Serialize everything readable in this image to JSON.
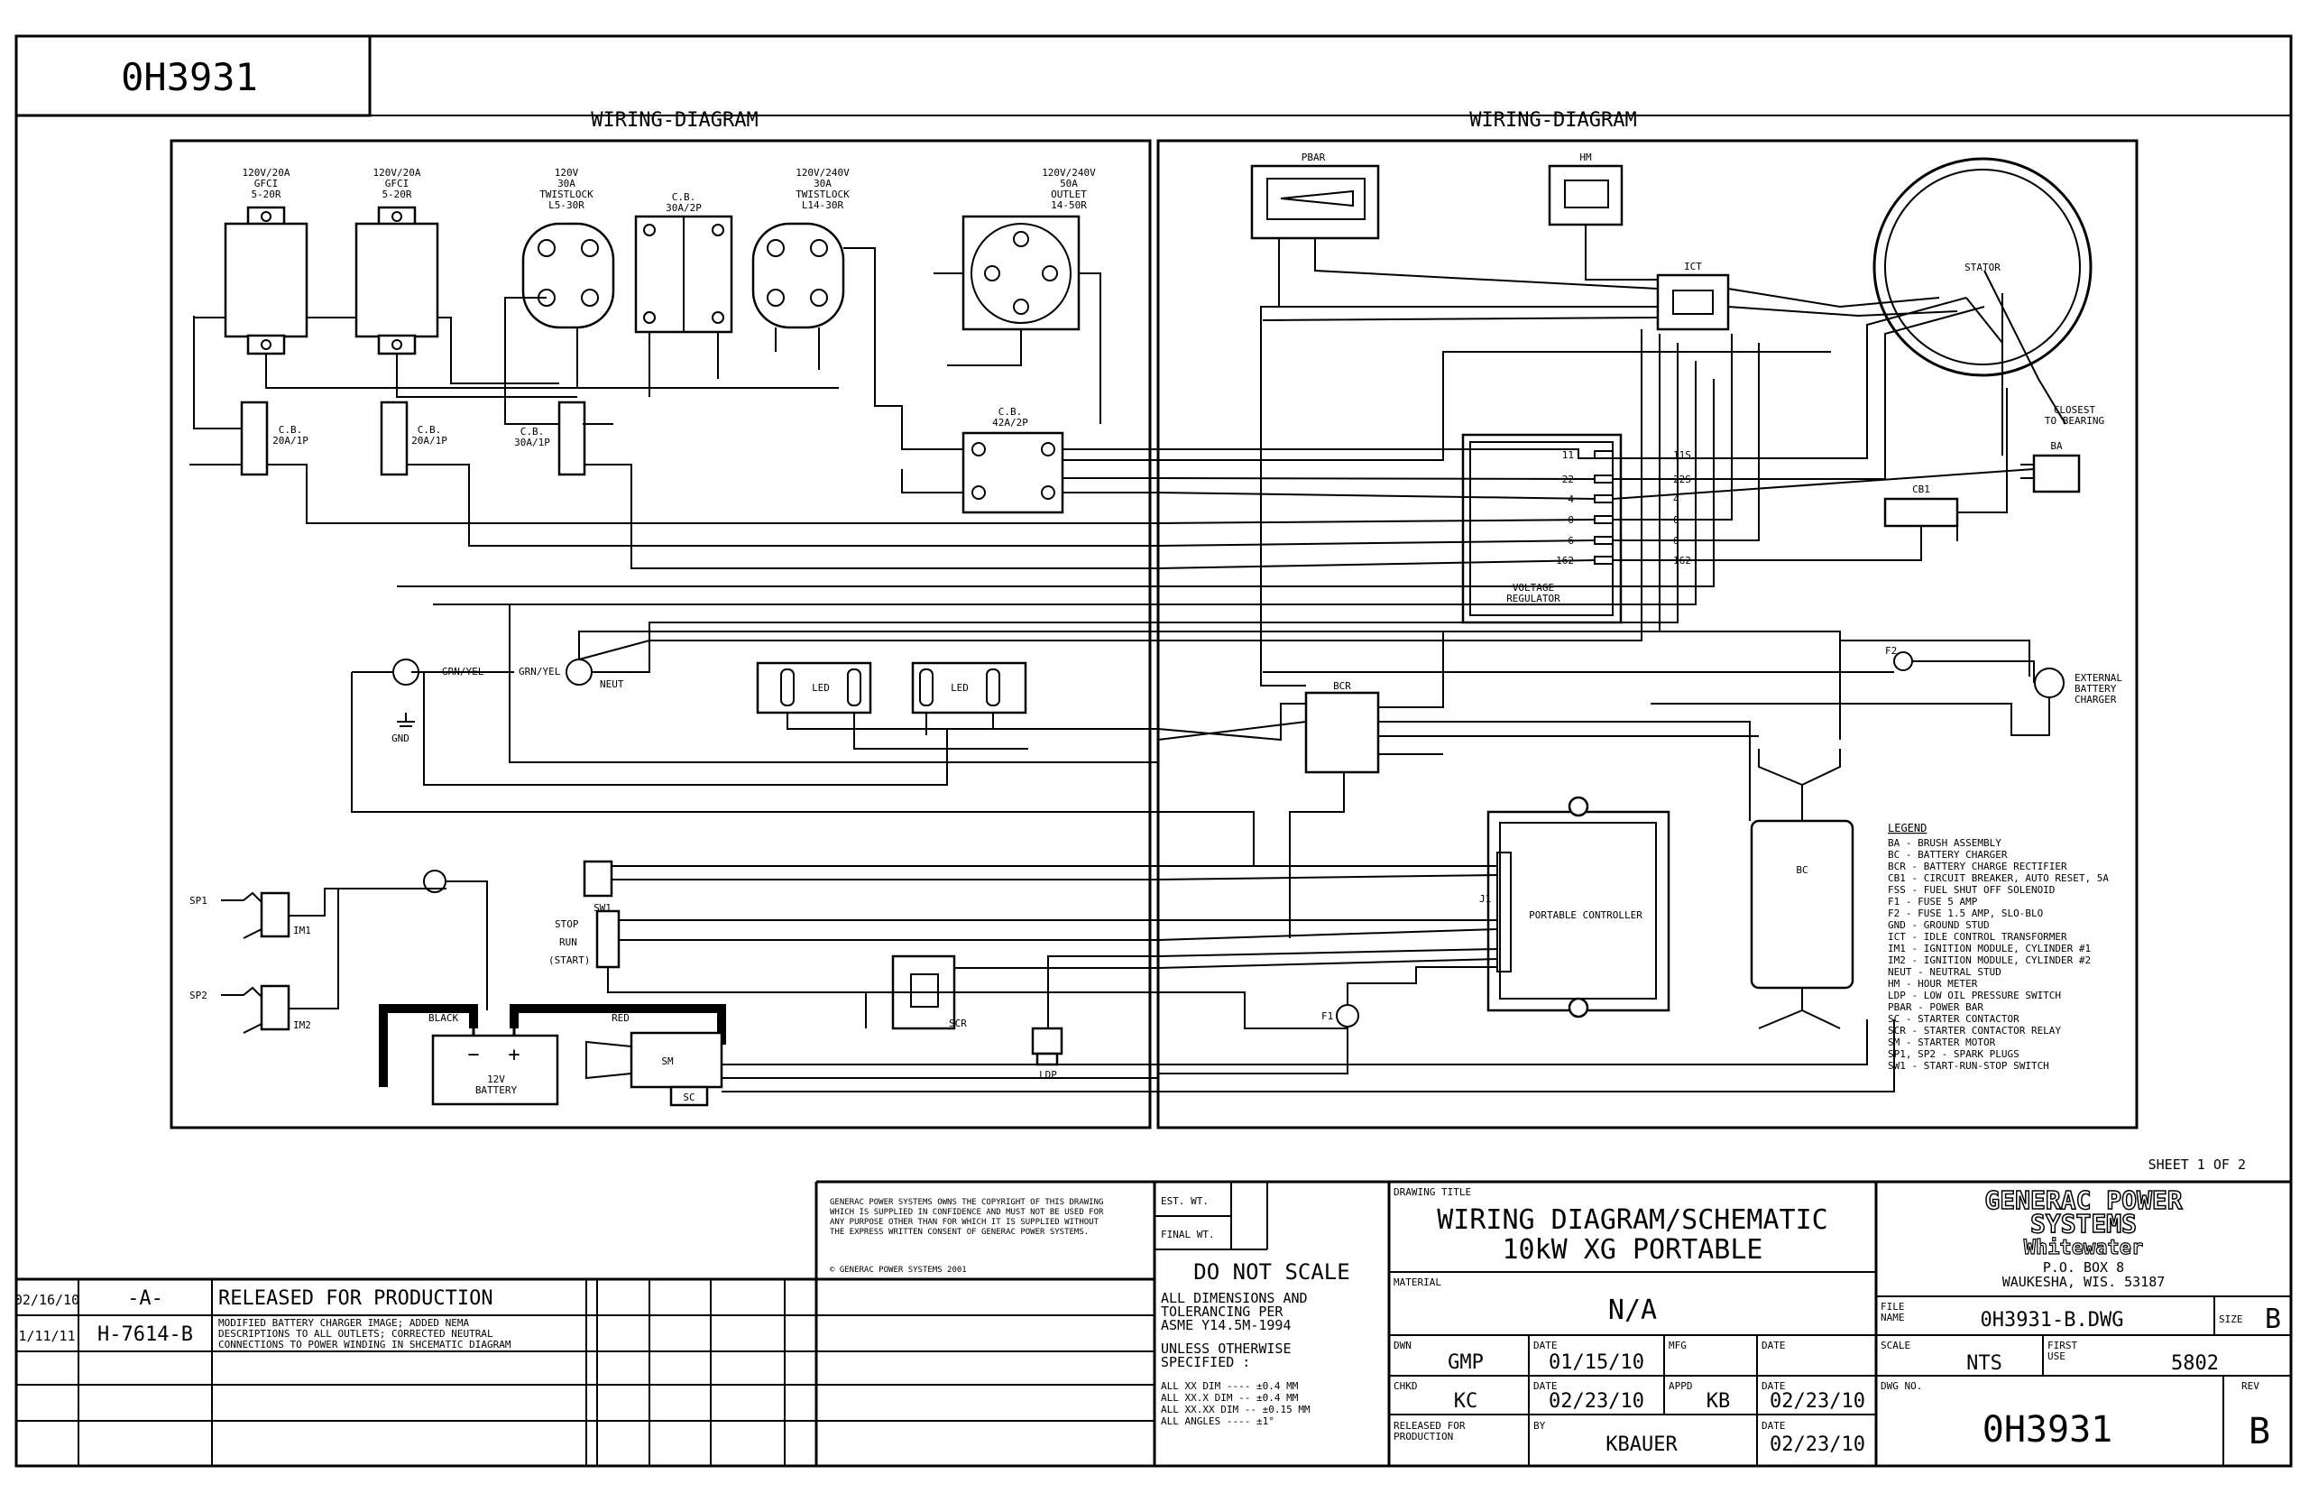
{
  "drawing_id_top": "0H3931",
  "panel_titles": [
    "WIRING-DIAGRAM",
    "WIRING-DIAGRAM"
  ],
  "receptacles": [
    {
      "label_lines": [
        "120V/20A",
        "GFCI",
        "5-20R"
      ]
    },
    {
      "label_lines": [
        "120V/20A",
        "GFCI",
        "5-20R"
      ]
    },
    {
      "label_lines": [
        "120V",
        "30A",
        "TWISTLOCK",
        "L5-30R"
      ]
    },
    {
      "label_lines": [
        "120V/240V",
        "30A",
        "TWISTLOCK",
        "L14-30R"
      ]
    },
    {
      "label_lines": [
        "120V/240V",
        "50A",
        "OUTLET",
        "14-50R"
      ]
    }
  ],
  "breakers": [
    {
      "label_lines": [
        "C.B.",
        "30A/2P"
      ]
    },
    {
      "label_lines": [
        "C.B.",
        "20A/1P"
      ]
    },
    {
      "label_lines": [
        "C.B.",
        "20A/1P"
      ]
    },
    {
      "label_lines": [
        "C.B.",
        "30A/1P"
      ]
    },
    {
      "label_lines": [
        "C.B.",
        "42A/2P"
      ]
    }
  ],
  "components": {
    "pbar": "PBAR",
    "hm": "HM",
    "ict": "ICT",
    "stator": "STATOR",
    "closest_to_bearing": [
      "CLOSEST",
      "TO BEARING"
    ],
    "ba": "BA",
    "cb1": "CB1",
    "voltage_regulator": [
      "VOLTAGE",
      "REGULATOR"
    ],
    "vr_terminals": [
      "11",
      "22",
      "4",
      "0",
      "6",
      "162"
    ],
    "vr_out": [
      "11S",
      "22S",
      "4",
      "0",
      "6",
      "162"
    ],
    "f2": "F2",
    "external_charger": [
      "EXTERNAL",
      "BATTERY",
      "CHARGER"
    ],
    "bcr": "BCR",
    "bc": "BC",
    "portable_controller": "PORTABLE CONTROLLER",
    "j1": "J1",
    "f1": "F1",
    "led": "LED",
    "gnd": "GND",
    "grn_yel": "GRN/YEL",
    "neut": "NEUT",
    "sp1": "SP1",
    "sp2": "SP2",
    "im1": "IM1",
    "im2": "IM2",
    "sw1": "SW1",
    "stop": "STOP",
    "run": "RUN",
    "start": "(START)",
    "battery": [
      "12V",
      "BATTERY"
    ],
    "black": "BLACK",
    "red": "RED",
    "sm": "SM",
    "sc": "SC",
    "scr": "SCR",
    "ldp": "LDP"
  },
  "legend": {
    "title": "LEGEND",
    "items": [
      "BA - BRUSH ASSEMBLY",
      "BC - BATTERY CHARGER",
      "BCR - BATTERY CHARGE RECTIFIER",
      "CB1 - CIRCUIT BREAKER, AUTO RESET, 5A",
      "FSS - FUEL SHUT OFF SOLENOID",
      "F1 - FUSE 5 AMP",
      "F2 - FUSE 1.5 AMP, SLO-BLO",
      "GND - GROUND STUD",
      "ICT - IDLE CONTROL TRANSFORMER",
      "IM1 - IGNITION MODULE, CYLINDER #1",
      "IM2 - IGNITION MODULE, CYLINDER #2",
      "NEUT - NEUTRAL STUD",
      "HM - HOUR METER",
      "LDP - LOW OIL PRESSURE SWITCH",
      "PBAR - POWER BAR",
      "SC - STARTER CONTACTOR",
      "SCR - STARTER CONTACTOR RELAY",
      "SM - STARTER MOTOR",
      "SP1, SP2 - SPARK PLUGS",
      "SW1 - START-RUN-STOP SWITCH"
    ]
  },
  "sheet": "SHEET 1 OF 2",
  "title_block": {
    "copyright": [
      "GENERAC POWER SYSTEMS OWNS THE COPYRIGHT OF THIS DRAWING",
      "WHICH IS SUPPLIED IN CONFIDENCE AND MUST NOT BE USED FOR",
      "ANY PURPOSE OTHER THAN FOR WHICH IT IS SUPPLIED WITHOUT",
      "THE EXPRESS WRITTEN CONSENT OF GENERAC POWER SYSTEMS."
    ],
    "copyright_line": "© GENERAC POWER SYSTEMS 2001",
    "est_wt": "EST. WT.",
    "final_wt": "FINAL WT.",
    "do_not_scale": "DO NOT SCALE",
    "tolerancing": [
      "ALL DIMENSIONS AND",
      "TOLERANCING PER",
      "ASME Y14.5M-1994"
    ],
    "unless": [
      "UNLESS OTHERWISE",
      "SPECIFIED :"
    ],
    "tolerances": [
      "ALL XX DIM ---- ±0.4 MM",
      "ALL XX.X DIM -- ±0.4 MM",
      "ALL XX.XX DIM -- ±0.15 MM",
      "ALL ANGLES ---- ±1°"
    ],
    "drawing_title_label": "DRAWING TITLE",
    "title_line1": "WIRING DIAGRAM/SCHEMATIC",
    "title_line2": "10kW XG PORTABLE",
    "material_label": "MATERIAL",
    "material": "N/A",
    "dwn_label": "DWN",
    "dwn": "GMP",
    "date_label": "DATE",
    "dwn_date": "01/15/10",
    "mfg_label": "MFG",
    "chkd_label": "CHKD",
    "chkd": "KC",
    "chkd_date": "02/23/10",
    "appd_label": "APPD",
    "appd": "KB",
    "appd_date": "02/23/10",
    "released_label": [
      "RELEASED FOR",
      "PRODUCTION"
    ],
    "by_label": "BY",
    "released_by": "KBAUER",
    "released_date": "02/23/10",
    "company": [
      "GENERAC POWER",
      "SYSTEMS"
    ],
    "company_city": "Whitewater",
    "address": [
      "P.O. BOX 8",
      "WAUKESHA, WIS. 53187"
    ],
    "file_label": [
      "FILE",
      "NAME"
    ],
    "file_name": "0H3931-B.DWG",
    "size_label": "SIZE",
    "size": "B",
    "scale_label": "SCALE",
    "scale": "NTS",
    "first_use_label": [
      "FIRST",
      "USE"
    ],
    "first_use": "5802",
    "dwg_no_label": "DWG NO.",
    "dwg_no": "0H3931",
    "rev_label": "REV",
    "rev": "B"
  },
  "revisions": [
    {
      "date": "02/16/10",
      "rev": "-A-",
      "description": [
        "RELEASED FOR PRODUCTION"
      ]
    },
    {
      "date": "1/11/11",
      "rev": "H-7614-B",
      "description": [
        "MODIFIED BATTERY CHARGER IMAGE; ADDED NEMA",
        "DESCRIPTIONS TO ALL OUTLETS; CORRECTED NEUTRAL",
        "CONNECTIONS TO POWER WINDING IN SHCEMATIC DIAGRAM"
      ]
    }
  ]
}
